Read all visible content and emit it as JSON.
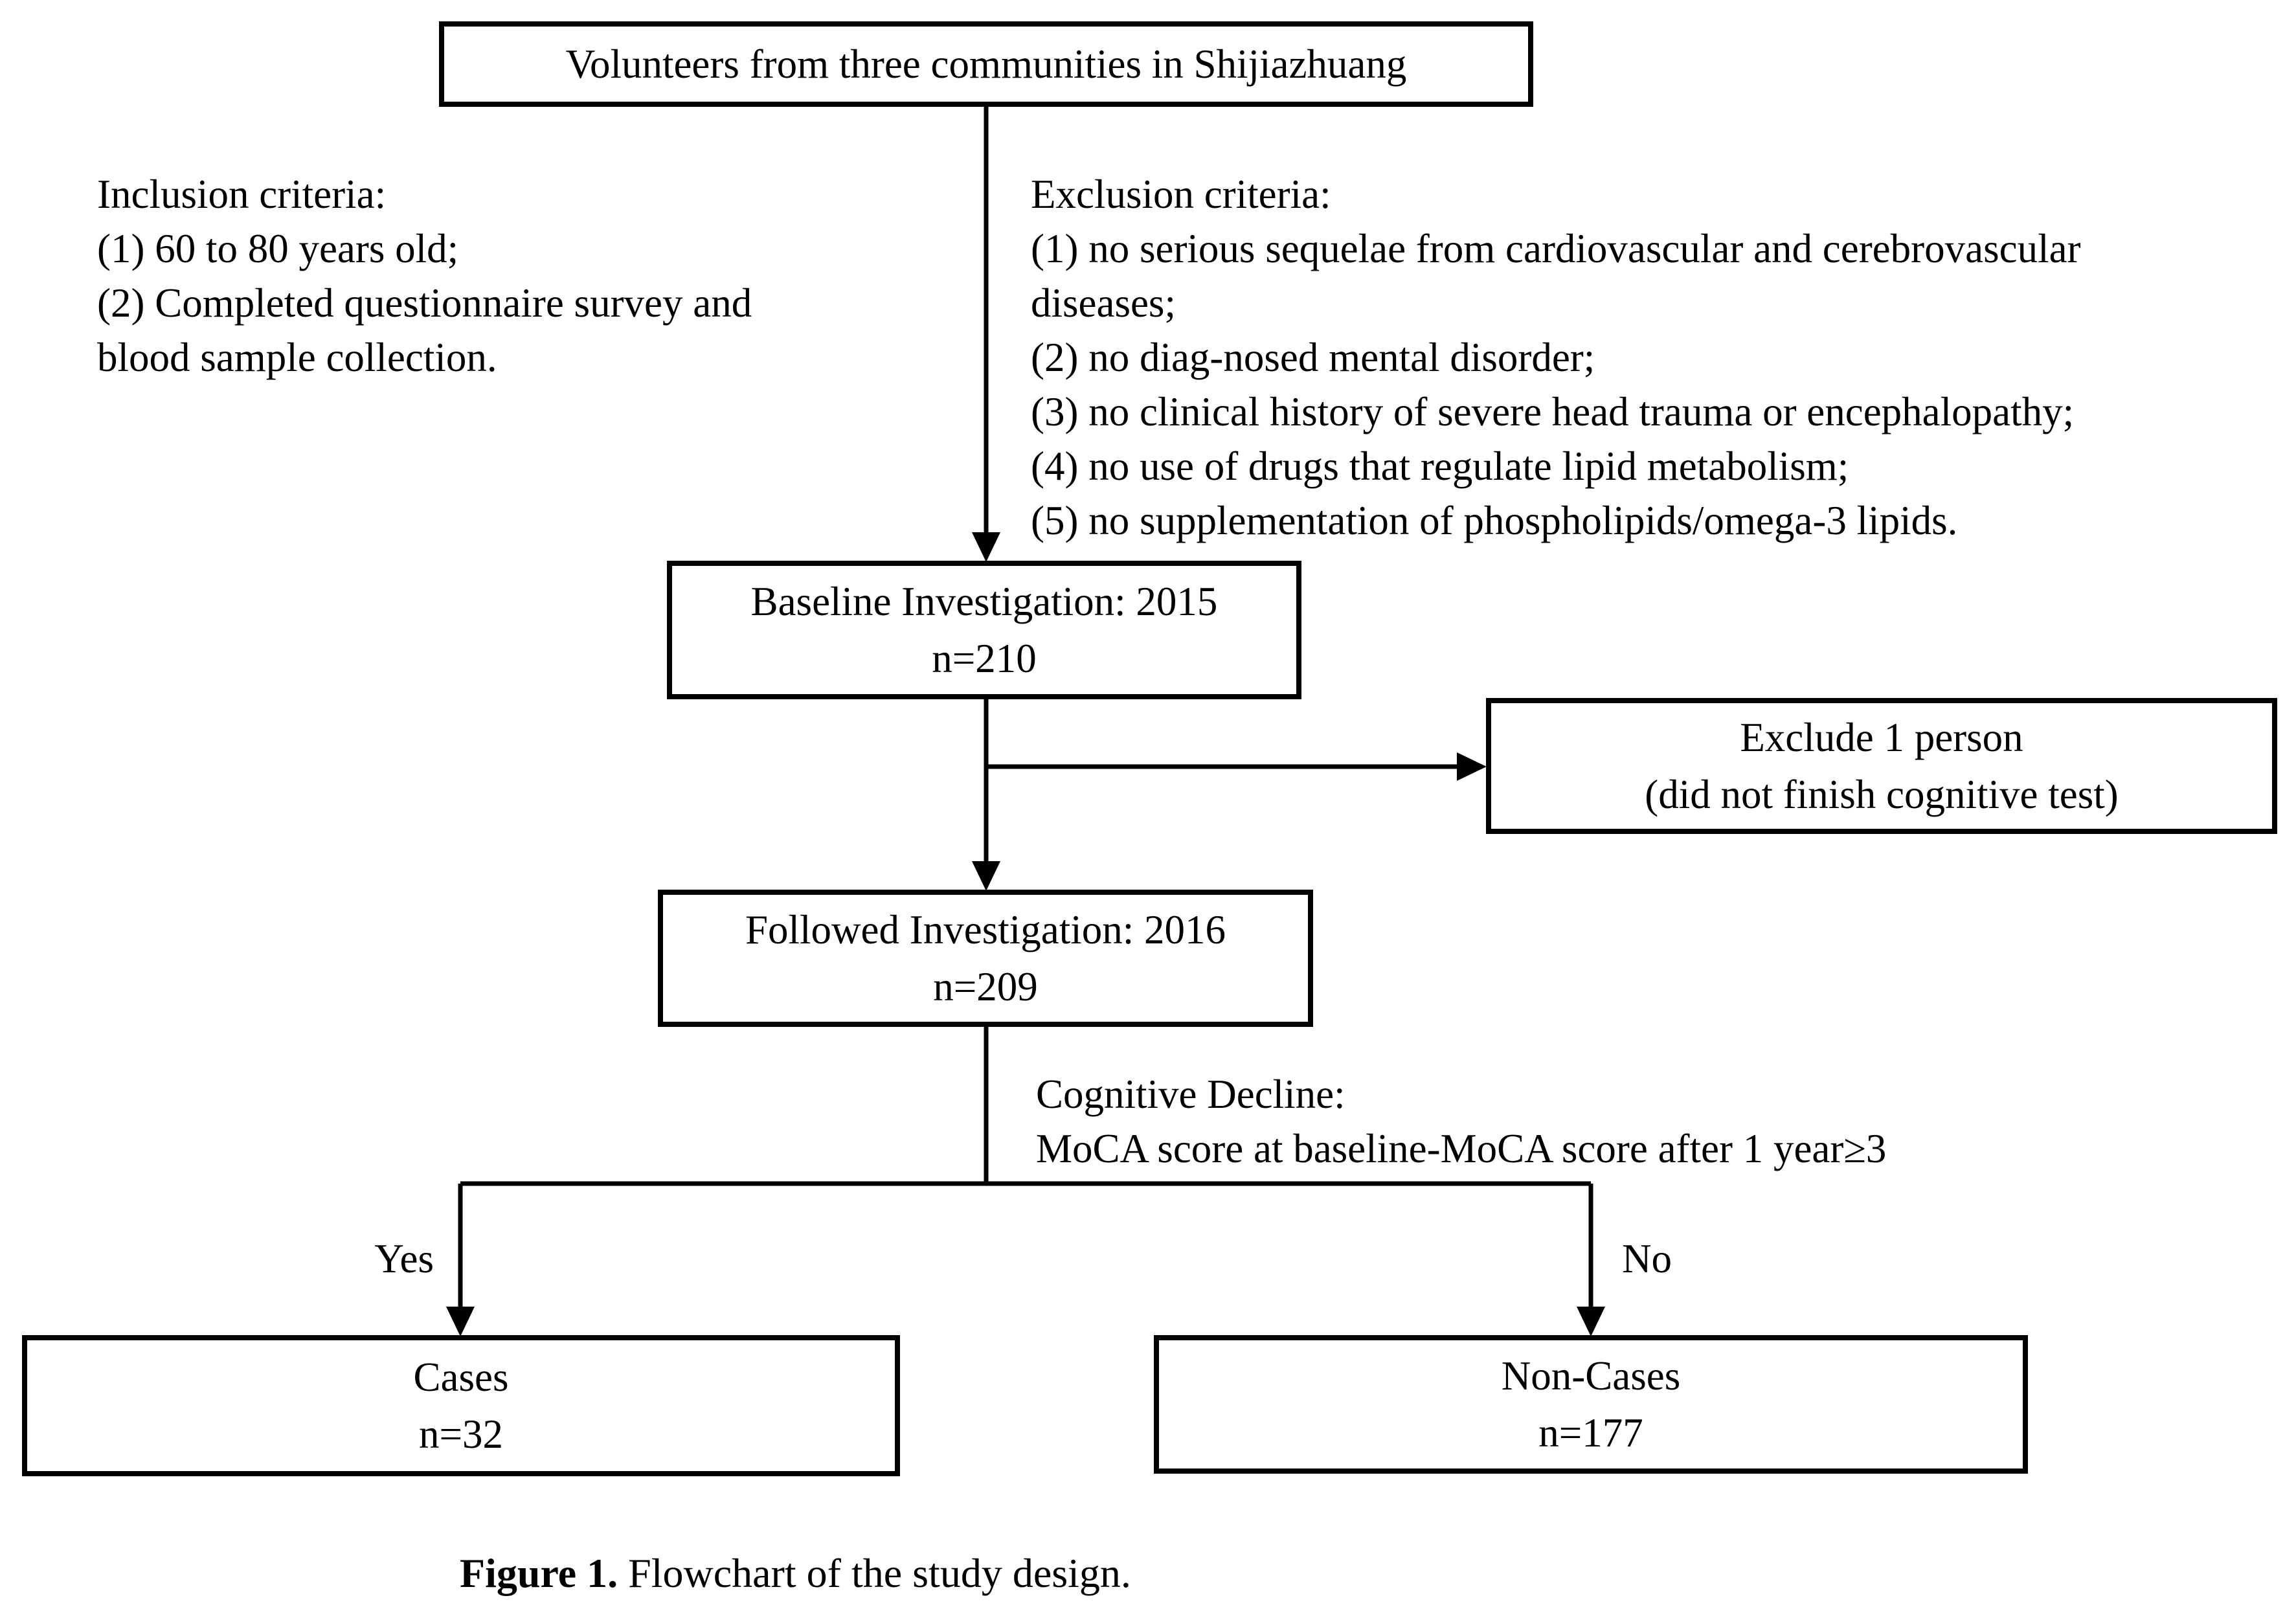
{
  "figure": {
    "background": "#ffffff",
    "ink": "#000000"
  },
  "boxes": {
    "volunteers": {
      "lines": [
        "Volunteers from three communities in Shijiazhuang"
      ]
    },
    "baseline": {
      "lines": [
        "Baseline Investigation: 2015",
        "n=210"
      ]
    },
    "exclude": {
      "lines": [
        "Exclude 1 person",
        "(did not finish cognitive test)"
      ]
    },
    "followed": {
      "lines": [
        "Followed Investigation: 2016",
        "n=209"
      ]
    },
    "cases": {
      "lines": [
        "Cases",
        "n=32"
      ]
    },
    "noncases": {
      "lines": [
        "Non-Cases",
        "n=177"
      ]
    }
  },
  "notes": {
    "inclusion": {
      "lines": [
        "Inclusion criteria:",
        "(1) 60 to 80 years old;",
        "(2) Completed questionnaire survey and",
        "blood sample collection."
      ]
    },
    "exclusion": {
      "lines": [
        "Exclusion criteria:",
        "(1) no serious sequelae from cardiovascular and cerebrovascular",
        "diseases;",
        "(2) no diag-nosed mental disorder;",
        "(3) no clinical history of severe head trauma or encephalopathy;",
        "(4) no use of drugs that regulate lipid metabolism;",
        "(5) no supplementation of phospholipids/omega-3 lipids."
      ]
    },
    "cognitive": {
      "lines": [
        "Cognitive Decline:",
        "MoCA score at baseline-MoCA score after 1 year≥3"
      ]
    }
  },
  "branch_labels": {
    "yes": "Yes",
    "no": "No"
  },
  "caption": {
    "label": "Figure 1.",
    "text": "Flowchart of the study design."
  }
}
